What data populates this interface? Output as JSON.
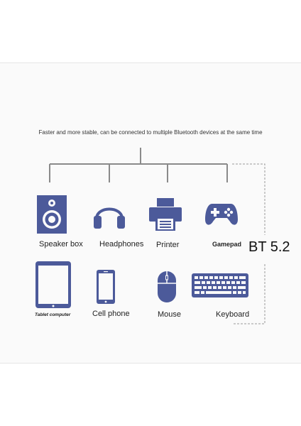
{
  "headline": "Faster and more stable, can be connected to multiple Bluetooth devices at the same time",
  "badge": "BT 5.2",
  "colors": {
    "icon": "#4c5a9a",
    "line": "#8a8a8a",
    "dash": "#9a9a9a"
  },
  "devices": [
    {
      "icon": "speaker-icon",
      "label": "Speaker box"
    },
    {
      "icon": "headphones-icon",
      "label": "Headphones"
    },
    {
      "icon": "printer-icon",
      "label": "Printer"
    },
    {
      "icon": "gamepad-icon",
      "label": "Gamepad"
    },
    {
      "icon": "tablet-icon",
      "label": "Tablet computer"
    },
    {
      "icon": "cell-phone-icon",
      "label": "Cell phone"
    },
    {
      "icon": "mouse-icon",
      "label": "Mouse"
    },
    {
      "icon": "keyboard-icon",
      "label": "Keyboard"
    }
  ]
}
